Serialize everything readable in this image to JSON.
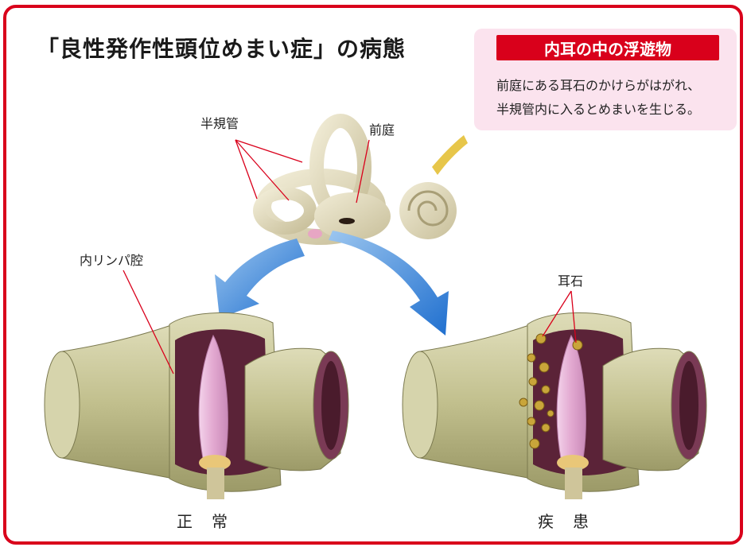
{
  "title": "「良性発作性頭位めまい症」の病態",
  "info": {
    "heading": "内耳の中の浮遊物",
    "line1": "前庭にある耳石のかけらがはがれ、",
    "line2": "半規管内に入るとめまいを生じる。"
  },
  "labels": {
    "semicircular_canals": "半規管",
    "vestibule": "前庭",
    "endolymph_space": "内リンパ腔",
    "otolith": "耳石"
  },
  "captions": {
    "normal": "正　常",
    "diseased": "疾　患"
  },
  "colors": {
    "accent": "#d9001b",
    "info_bg": "#fbe3ee",
    "arrow": "#2f7fd6",
    "tissue": "#c9c79a",
    "cavity": "#5b2338",
    "cupula": "#e8b6d8"
  }
}
